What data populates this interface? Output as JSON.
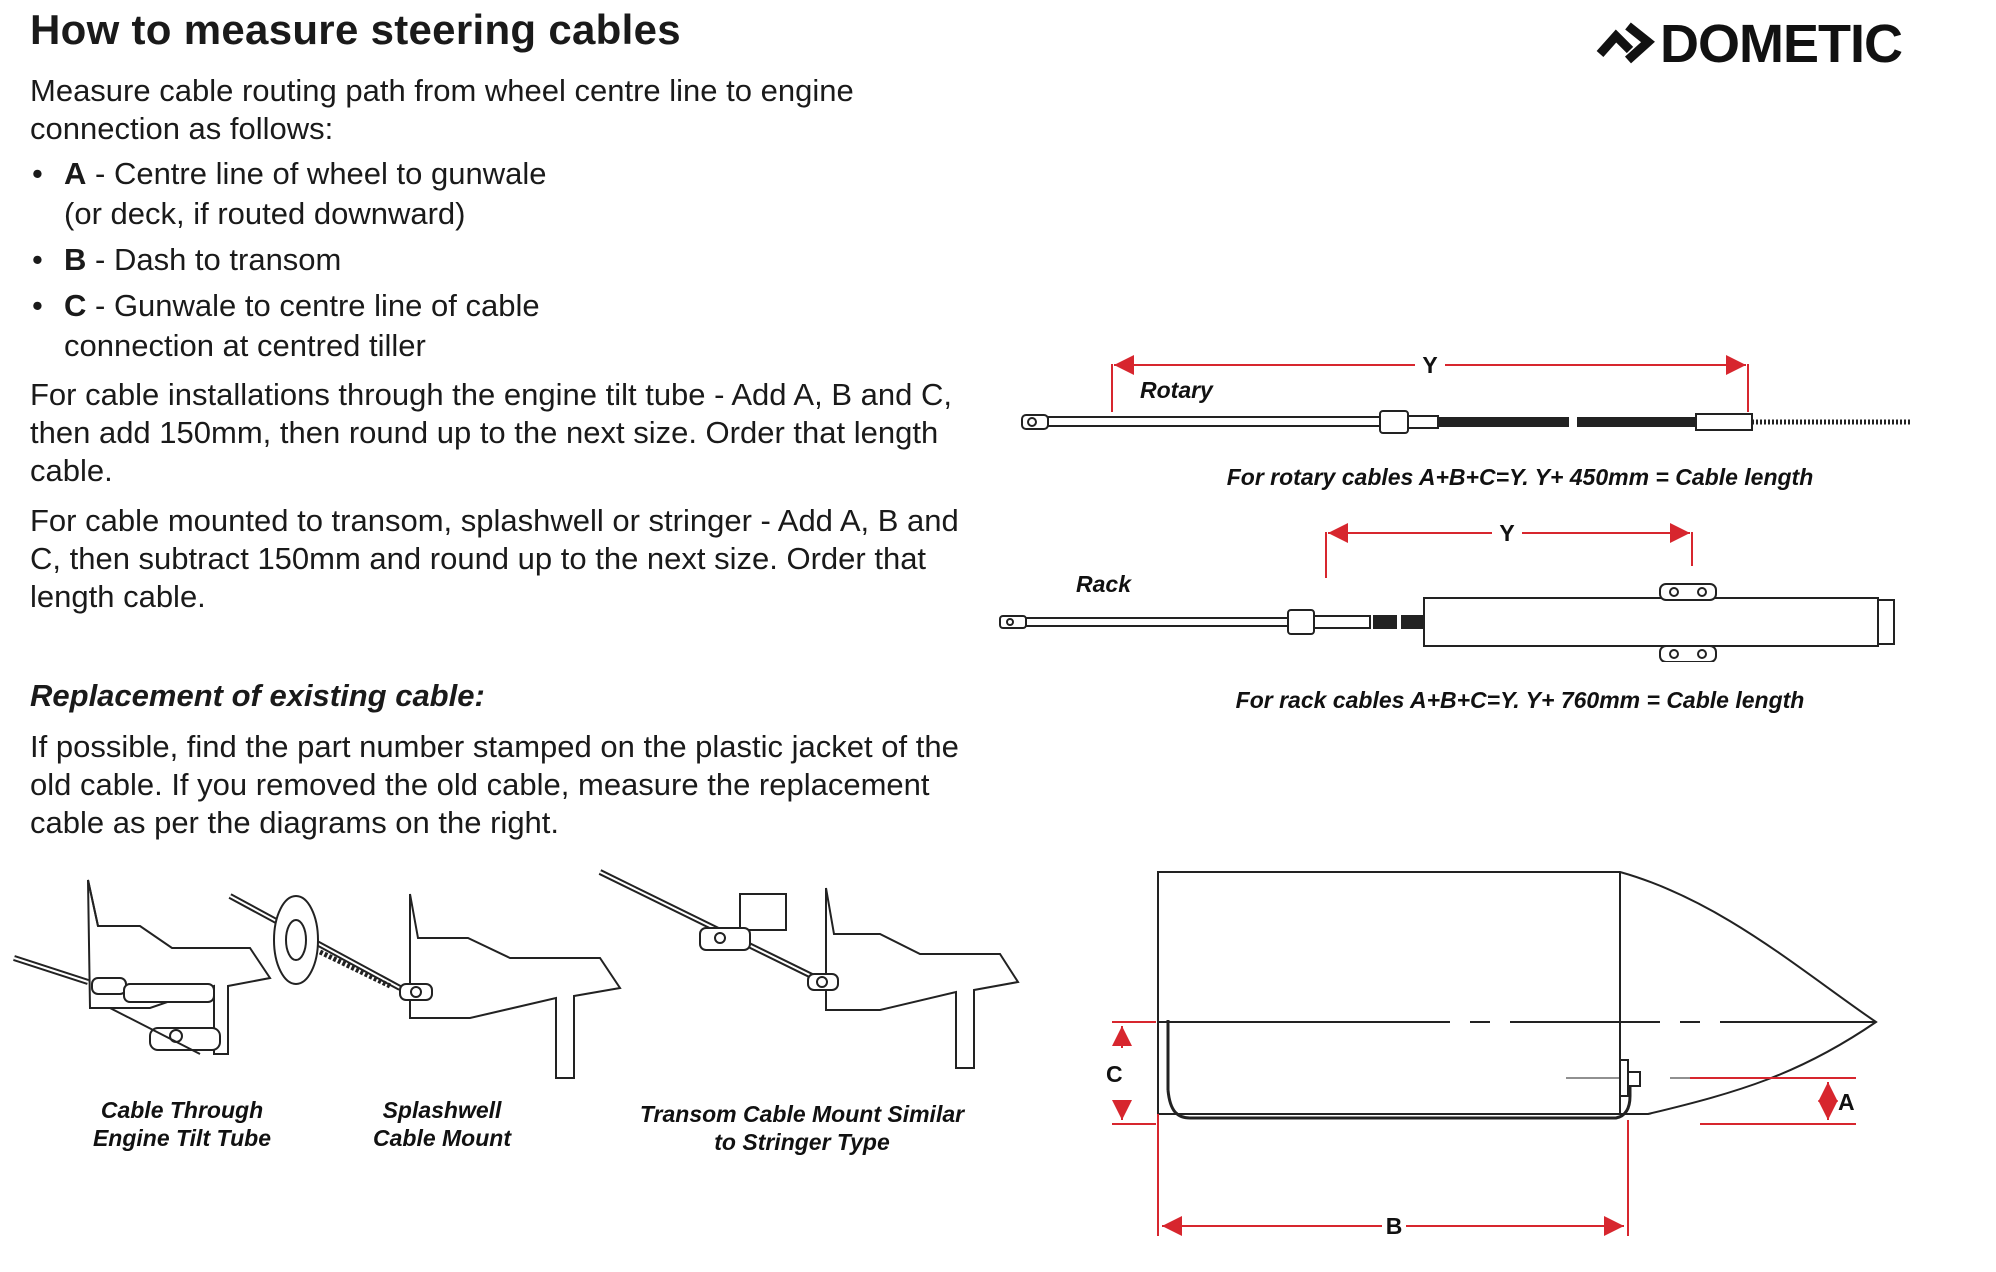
{
  "header": {
    "title": "How to measure steering cables",
    "brand": "DOMETIC"
  },
  "intro": "Measure cable routing path from wheel centre line to engine connection as follows:",
  "measurements": [
    {
      "letter": "A",
      "text": " - Centre line of wheel to gunwale",
      "sub": "(or deck, if routed downward)"
    },
    {
      "letter": "B",
      "text": " - Dash to transom",
      "sub": ""
    },
    {
      "letter": "C",
      "text": " - Gunwale to centre line of cable",
      "sub": "connection at centred tiller"
    }
  ],
  "tilt_tube_instruction": "For cable installations through the engine tilt tube - Add A, B and C, then add 150mm, then round up to the next size. Order that length cable.",
  "transom_instruction": "For cable mounted to transom, splashwell or stringer - Add A, B and C, then subtract 150mm and round up to the next size. Order that length cable.",
  "replacement": {
    "title": "Replacement of existing cable:",
    "body": "If possible, find the part number stamped on the plastic jacket of the old cable. If you removed the old cable, measure the replacement cable as per the diagrams on the right."
  },
  "rotary": {
    "label": "Rotary",
    "dim": "Y",
    "caption": "For rotary cables A+B+C=Y. Y+ 450mm = Cable length"
  },
  "rack": {
    "label": "Rack",
    "dim": "Y",
    "caption": "For rack cables A+B+C=Y. Y+ 760mm = Cable length"
  },
  "installs": [
    {
      "line1": "Cable Through",
      "line2": "Engine Tilt Tube"
    },
    {
      "line1": "Splashwell",
      "line2": "Cable Mount"
    },
    {
      "line1": "Transom Cable Mount Similar",
      "line2": "to Stringer Type"
    }
  ],
  "boat_dims": {
    "a": "A",
    "b": "B",
    "c": "C"
  },
  "colors": {
    "dimension": "#d7262e",
    "line": "#222222"
  }
}
